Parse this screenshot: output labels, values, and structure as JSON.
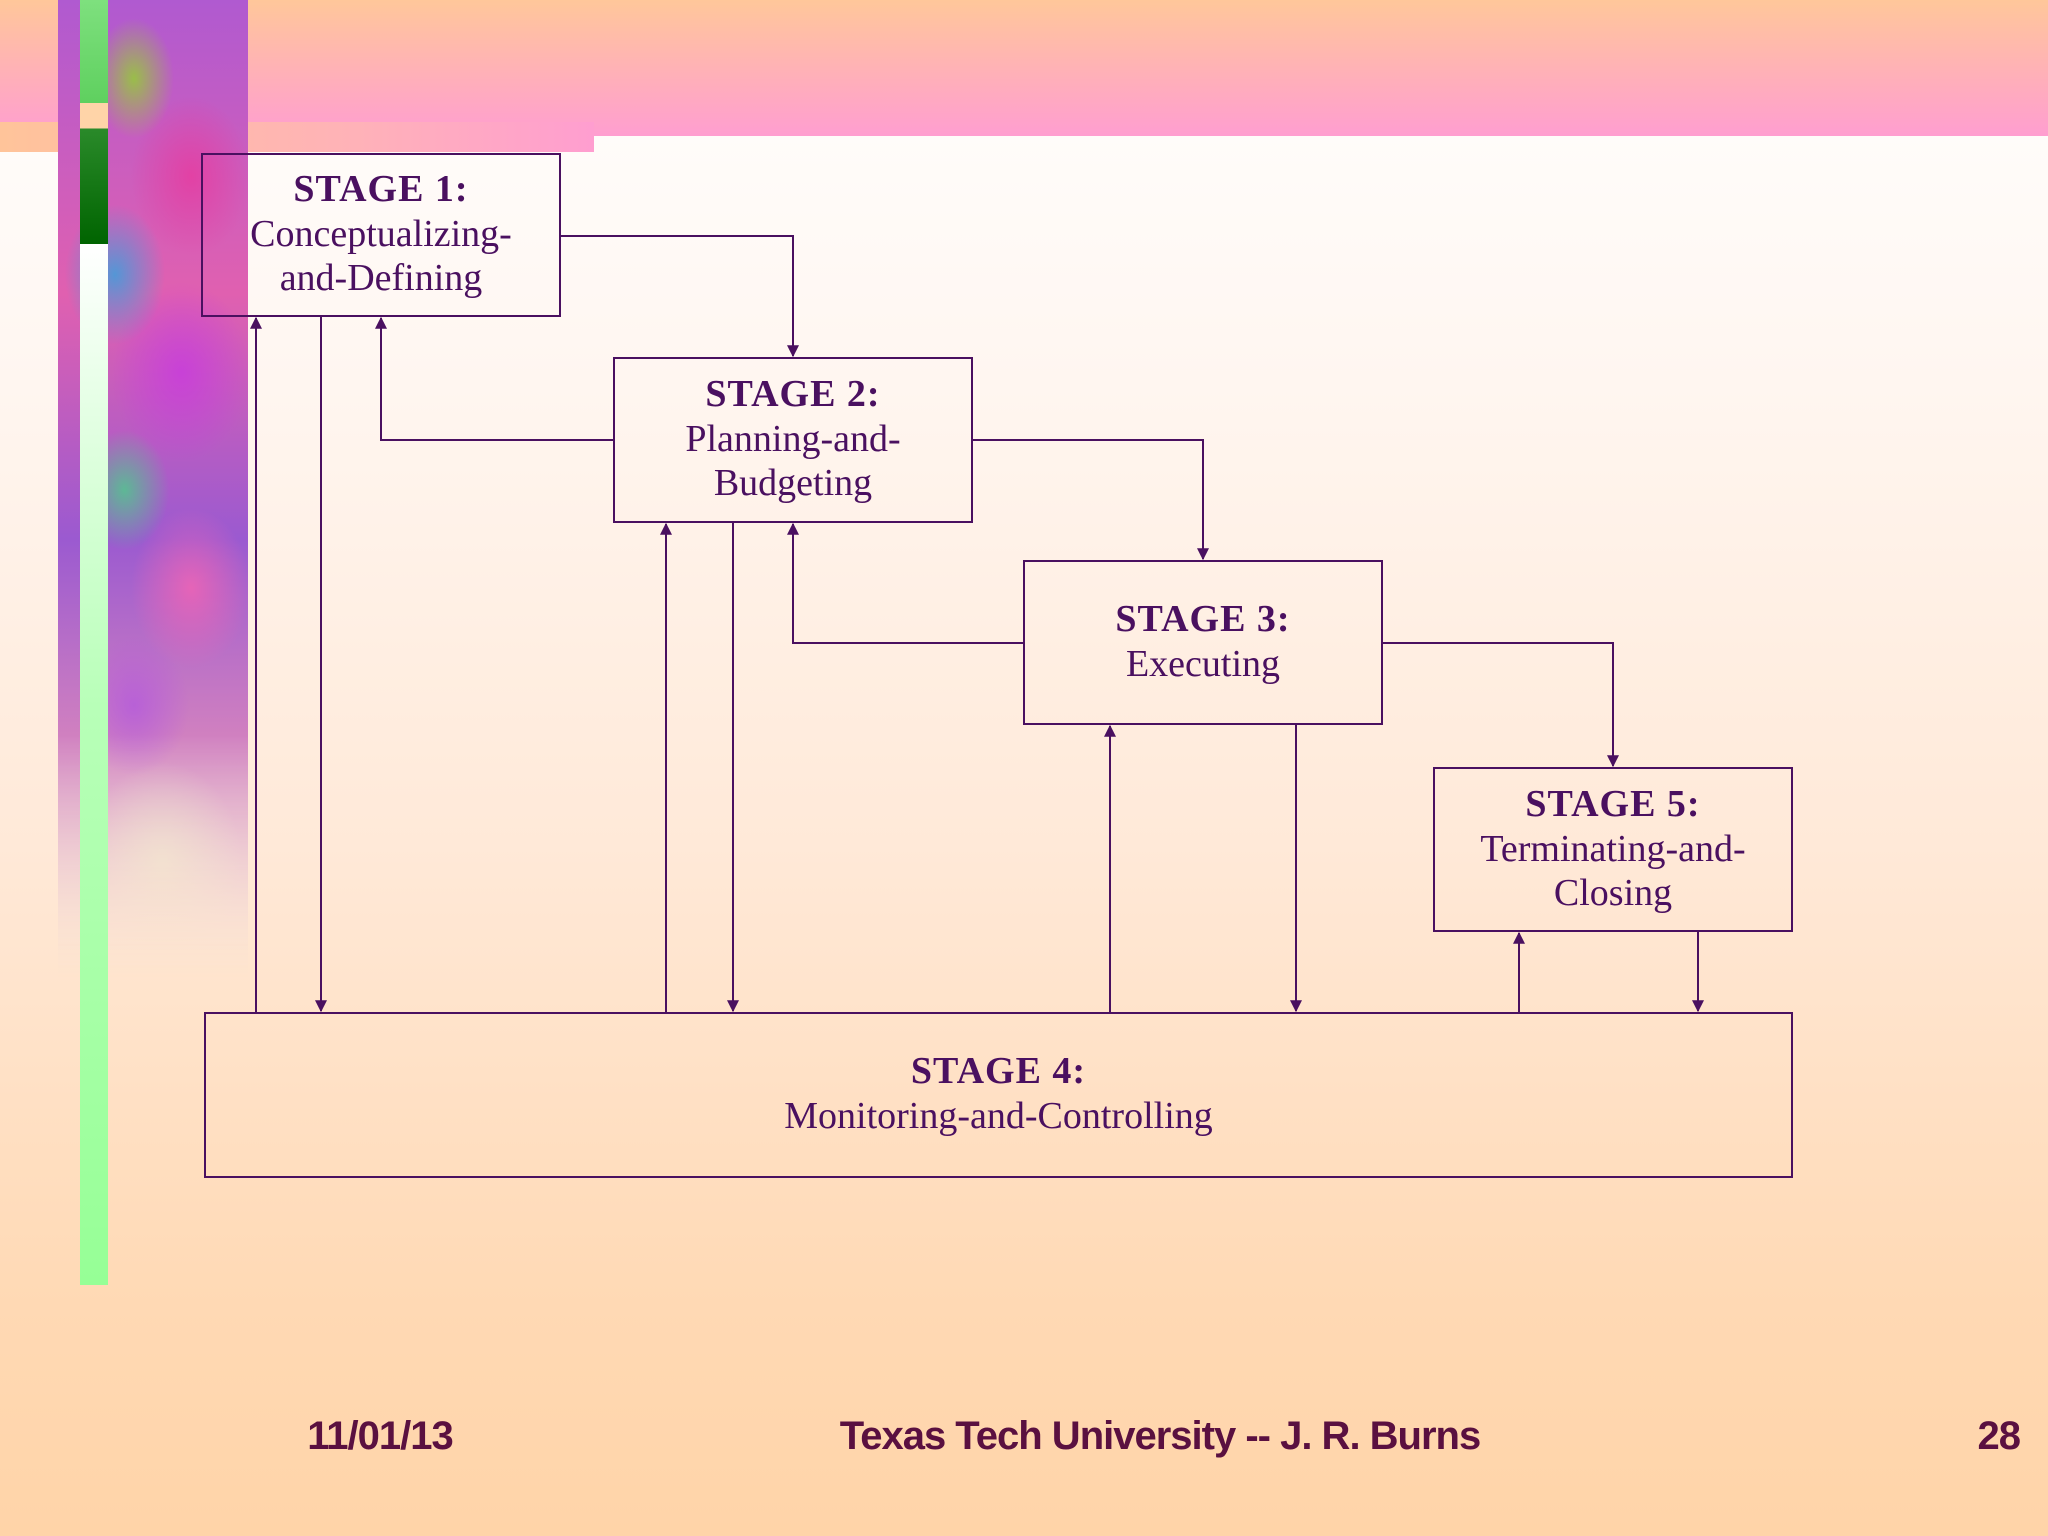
{
  "stages": {
    "s1": {
      "title": "STAGE 1:",
      "desc": "Conceptualizing-\nand-Defining"
    },
    "s2": {
      "title": "STAGE 2:",
      "desc": "Planning-and-\nBudgeting"
    },
    "s3": {
      "title": "STAGE 3:",
      "desc": "Executing"
    },
    "s4": {
      "title": "STAGE 4:",
      "desc": "Monitoring-and-Controlling"
    },
    "s5": {
      "title": "STAGE 5:",
      "desc": "Terminating-and-\nClosing"
    }
  },
  "footer": {
    "date": "11/01/13",
    "center": "Texas Tech University -- J. R. Burns",
    "page": "28"
  },
  "colors": {
    "line": "#4a1060",
    "text": "#4a1060"
  }
}
